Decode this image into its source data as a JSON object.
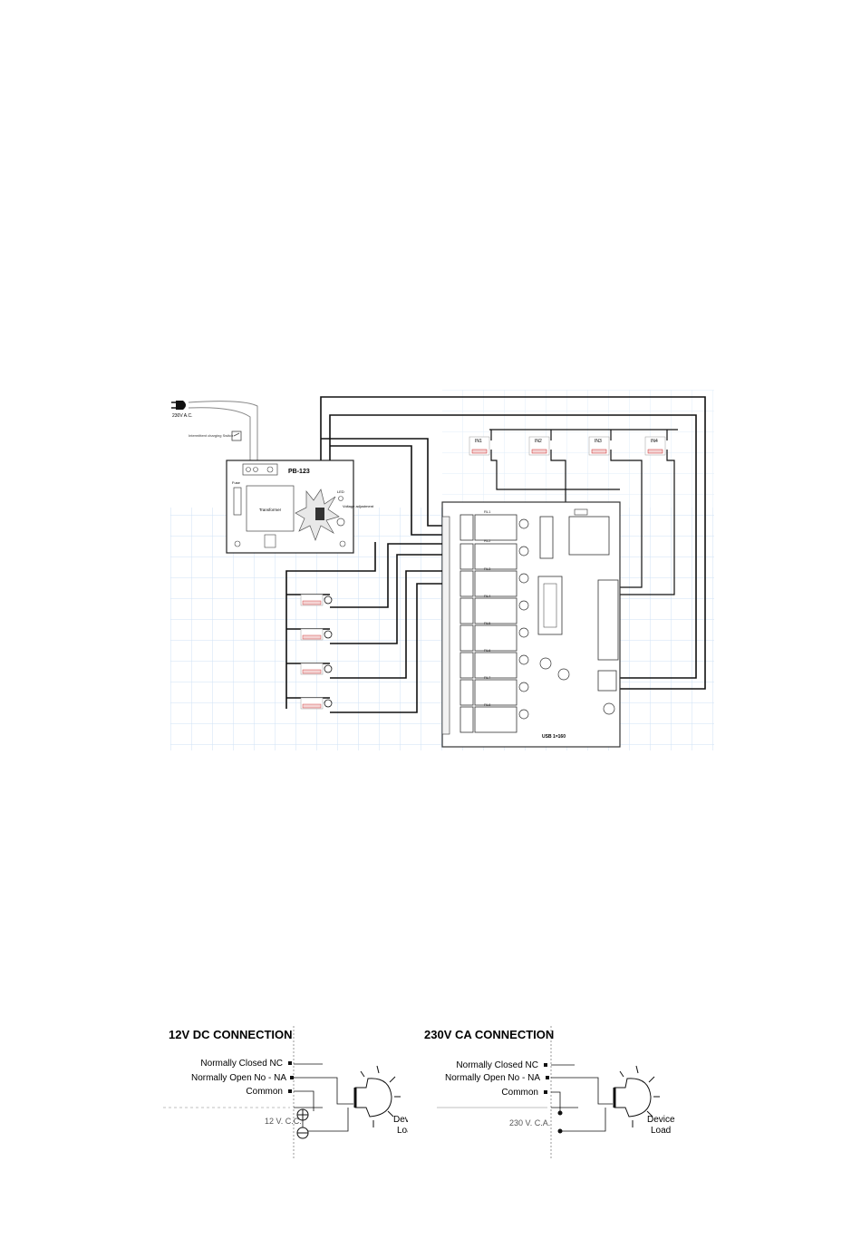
{
  "wiring_diagram": {
    "mains_label": "230V A.C.",
    "switch_label": "Intermittent charging Switch",
    "power_supply": {
      "model": "PB-123",
      "fuse_label": "Fuse",
      "transformer_label": "Transformer",
      "led_label": "LED",
      "voltage_label": "Voltage adjustment"
    },
    "relays": [
      "RL1",
      "RL2",
      "RL3",
      "RL4",
      "RL5",
      "RL6",
      "RL7",
      "RL8"
    ],
    "inputs": [
      "IN1",
      "IN2",
      "IN3",
      "IN4"
    ],
    "board_label": "USB 1=160",
    "colors": {
      "grid": "#cfe2f5",
      "wire": "#111111",
      "tag": "#cc2222",
      "board": "#333333"
    }
  },
  "dc_connection": {
    "title": "12V  DC CONNECTION",
    "nc_label": "Normally Closed NC",
    "no_label": "Normally Open  No - NA",
    "common_label": "Common",
    "supply_label": "12 V. C.C.",
    "load_line1": "Device",
    "load_line2": "Load"
  },
  "ac_connection": {
    "title": "230V CA CONNECTION",
    "nc_label": "Normally Closed NC",
    "no_label": "Normally Open  No - NA",
    "common_label": "Common",
    "supply_label": "230 V. C.A.",
    "load_line1": "Device",
    "load_line2": "Load"
  }
}
